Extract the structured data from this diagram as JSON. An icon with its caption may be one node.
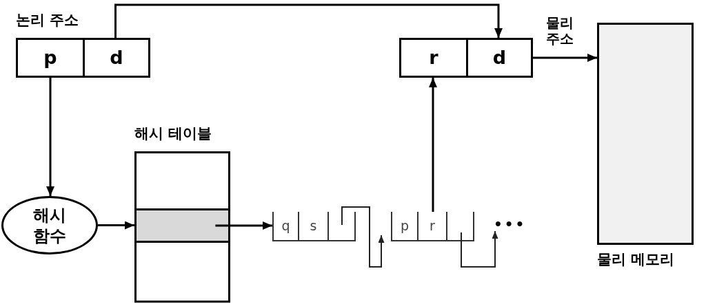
{
  "diagram": {
    "nodes": [
      {
        "text": [
          "논리 주소"
        ]
      },
      {
        "text": [
          "p"
        ],
        "in": 0
      },
      {
        "text": [
          "d"
        ],
        "in": 0
      },
      {
        "text": [],
        "shape": "box"
      },
      {
        "text": [
          "r"
        ],
        "in": 3
      },
      {
        "text": [
          "d"
        ],
        "in": 3
      },
      {
        "text": [
          "물리 메모리"
        ]
      },
      {
        "text": [
          "해시 테이블"
        ]
      },
      {
        "text": [],
        "shape": "bar",
        "in": 7
      },
      {
        "text": [
          "해시 함수"
        ]
      },
      {
        "text": [],
        "shape": "box"
      },
      {
        "text": [
          "q"
        ],
        "in": 10
      },
      {
        "text": [
          "s"
        ],
        "in": 10
      },
      {
        "text": [],
        "shape": "box"
      },
      {
        "text": [
          "p"
        ],
        "in": 13
      },
      {
        "text": [
          "r"
        ],
        "in": 13
      },
      {
        "text": [
          "•••"
        ]
      }
    ],
    "edges": [
      {
        "from": 2,
        "to": 5,
        "arrow": "to"
      },
      {
        "from": 1,
        "to": 9,
        "arrow": "to"
      },
      {
        "from": 9,
        "to": 8,
        "arrow": "to"
      },
      {
        "from": 8,
        "to": 10,
        "arrow": "to"
      },
      {
        "from": 10,
        "to": 13,
        "arrow": "to"
      },
      {
        "from": 13,
        "to": 16,
        "arrow": "to"
      },
      {
        "from": 15,
        "to": 4,
        "arrow": "to"
      },
      {
        "from": 5,
        "to": 6,
        "arrow": "to",
        "label": "물리 주소"
      }
    ]
  }
}
